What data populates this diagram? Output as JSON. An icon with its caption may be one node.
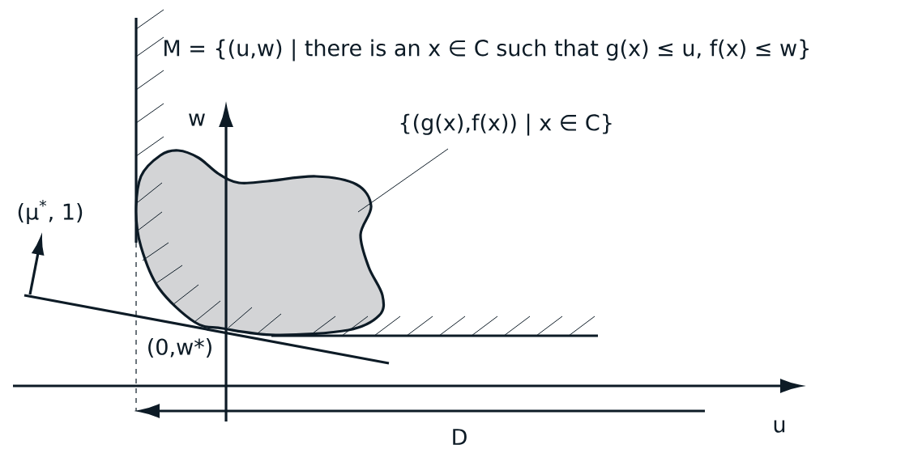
{
  "diagram": {
    "nodes": [
      {
        "text": [
          "{(g(x),f(x)) | x ∈ C}"
        ]
      },
      {
        "text": [],
        "shape": "blob"
      }
    ],
    "edges": [
      {
        "from": 0,
        "to": 1,
        "arrow": "none"
      }
    ],
    "labels": [
      "M = {(u,w) | there is an x ∈ C such that g(x) ≤ u, f(x) ≤ w}",
      "w",
      "(μ$^{*}$, 1)",
      "(0,w*)",
      "u",
      "D"
    ]
  }
}
